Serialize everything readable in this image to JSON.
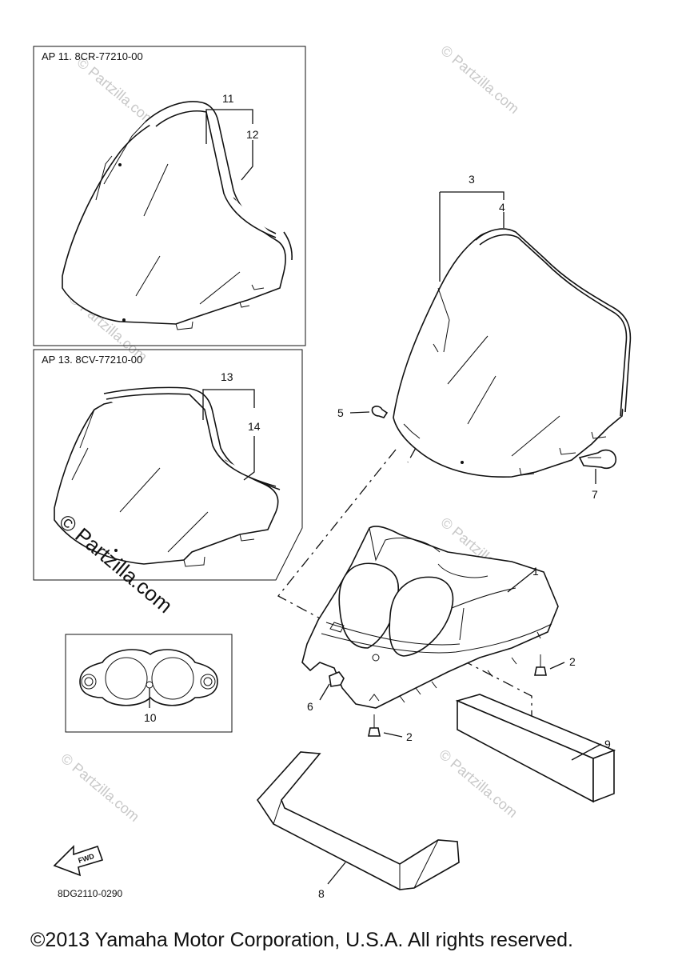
{
  "boxes": {
    "ap11_title": "AP  11. 8CR-77210-00",
    "ap13_title": "AP  13. 8CV-77210-00"
  },
  "callouts": {
    "c1": "1",
    "c2a": "2",
    "c2b": "2",
    "c3": "3",
    "c4": "4",
    "c5": "5",
    "c6": "6",
    "c7": "7",
    "c8": "8",
    "c9": "9",
    "c10": "10",
    "c11": "11",
    "c12": "12",
    "c13": "13",
    "c14": "14"
  },
  "fwd_label": "FWD",
  "diagram_code": "8DG2110-0290",
  "watermark": "© Partzilla.com",
  "copyright": "©2013 Yamaha Motor Corporation, U.S.A. All rights reserved."
}
